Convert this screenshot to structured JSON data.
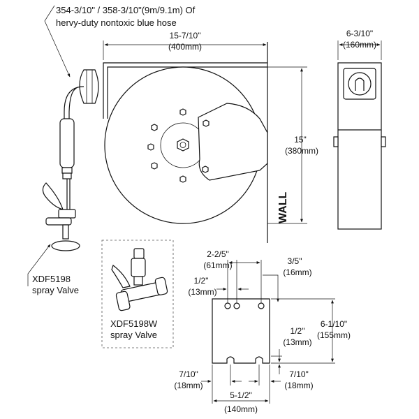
{
  "hose_callout": {
    "line1": "354-3/10\" / 358-3/10\"(9m/9.1m) Of",
    "line2": "hervy-duty nontoxic blue hose"
  },
  "front_view": {
    "width_in": "15-7/10\"",
    "width_mm": "(400mm)",
    "height_in": "15\"",
    "height_mm": "(380mm)",
    "wall_label": "WALL"
  },
  "side_view": {
    "width_in": "6-3/10\"",
    "width_mm": "(160mm)"
  },
  "valve_callouts": {
    "xdf5198_model": "XDF5198",
    "xdf5198_desc": "spray Valve",
    "xdf5198w_model": "XDF5198W",
    "xdf5198w_desc": "spray Valve"
  },
  "bracket_view": {
    "d1_in": "2-2/5\"",
    "d1_mm": "(61mm)",
    "d2_in": "3/5\"",
    "d2_mm": "(16mm)",
    "d3_in": "1/2\"",
    "d3_mm": "(13mm)",
    "d4_in": "6-1/10\"",
    "d4_mm": "(155mm)",
    "d5_in": "1/2\"",
    "d5_mm": "(13mm)",
    "d6_in": "7/10\"",
    "d6_mm": "(18mm)",
    "d7_in": "7/10\"",
    "d7_mm": "(18mm)",
    "d8_in": "5-1/2\"",
    "d8_mm": "(140mm)"
  },
  "colors": {
    "line": "#111111",
    "background": "#ffffff"
  }
}
